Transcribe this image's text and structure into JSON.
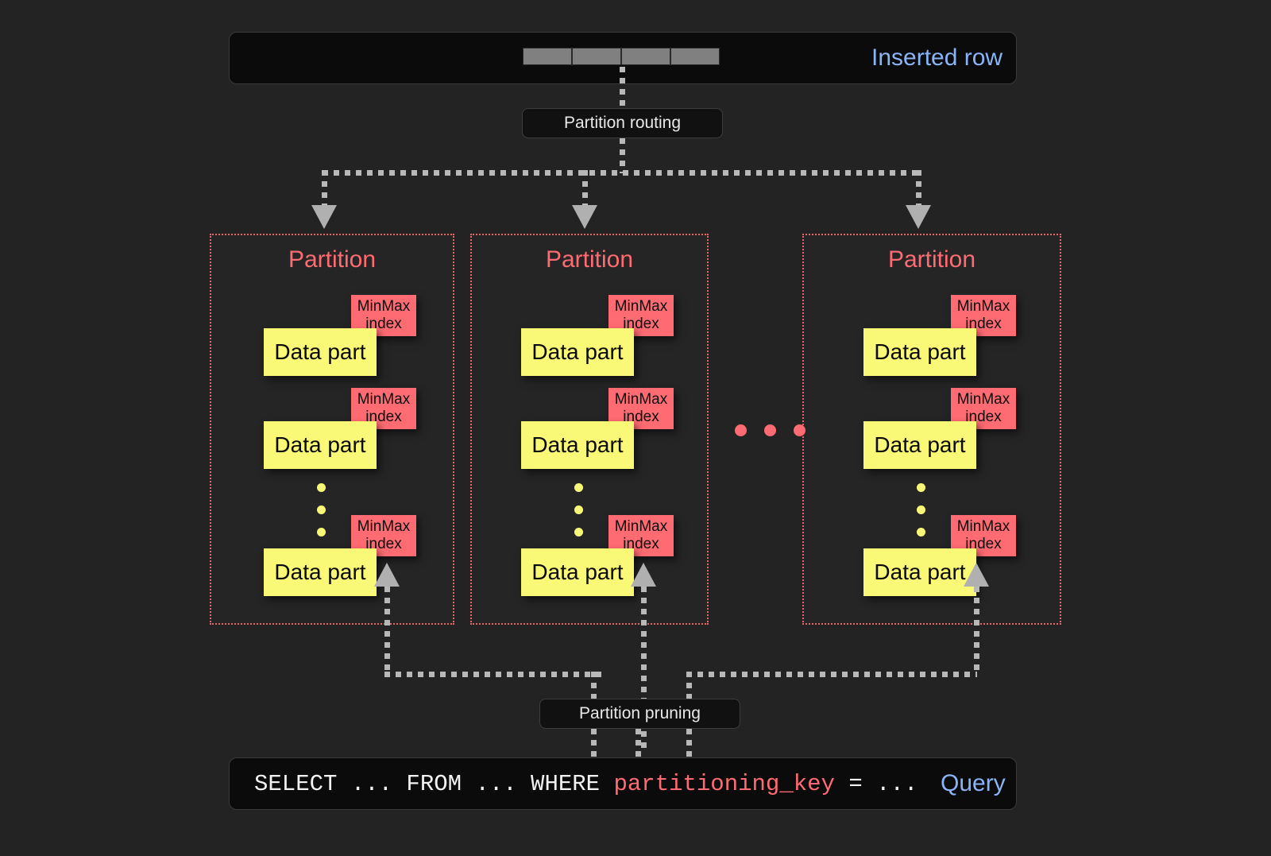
{
  "diagram": {
    "title": "ClickHouse partitioning: insert routing and partition pruning",
    "colors": {
      "background": "#232323",
      "accent_blue": "#8ab4f8",
      "accent_red": "#ff6b72",
      "data_part_yellow": "#faf877",
      "connector_gray": "#b8b8b8",
      "panel_dark": "#0b0b0b"
    }
  },
  "inserted_row": {
    "label": "Inserted row",
    "cell_count": 4
  },
  "partition_routing": {
    "label": "Partition routing"
  },
  "partitions": [
    {
      "title": "Partition",
      "parts": [
        {
          "data_part_label": "Data part",
          "index_label": "MinMax\nindex"
        },
        {
          "data_part_label": "Data part",
          "index_label": "MinMax\nindex"
        },
        {
          "data_part_label": "Data part",
          "index_label": "MinMax\nindex"
        }
      ],
      "ellipsis_dots": 3
    },
    {
      "title": "Partition",
      "parts": [
        {
          "data_part_label": "Data part",
          "index_label": "MinMax\nindex"
        },
        {
          "data_part_label": "Data part",
          "index_label": "MinMax\nindex"
        },
        {
          "data_part_label": "Data part",
          "index_label": "MinMax\nindex"
        }
      ],
      "ellipsis_dots": 3
    },
    {
      "title": "Partition",
      "parts": [
        {
          "data_part_label": "Data part",
          "index_label": "MinMax\nindex"
        },
        {
          "data_part_label": "Data part",
          "index_label": "MinMax\nindex"
        },
        {
          "data_part_label": "Data part",
          "index_label": "MinMax\nindex"
        }
      ],
      "ellipsis_dots": 3
    }
  ],
  "partition_ellipsis": {
    "dot_count": 3
  },
  "partition_pruning": {
    "label": "Partition pruning"
  },
  "query": {
    "label": "Query",
    "prefix": "SELECT ... FROM ... WHERE ",
    "key": "partitioning_key",
    "suffix": " = ..."
  },
  "labels": {
    "minmax_line1": "MinMax",
    "minmax_line2": "index",
    "data_part": "Data part",
    "partition": "Partition"
  }
}
